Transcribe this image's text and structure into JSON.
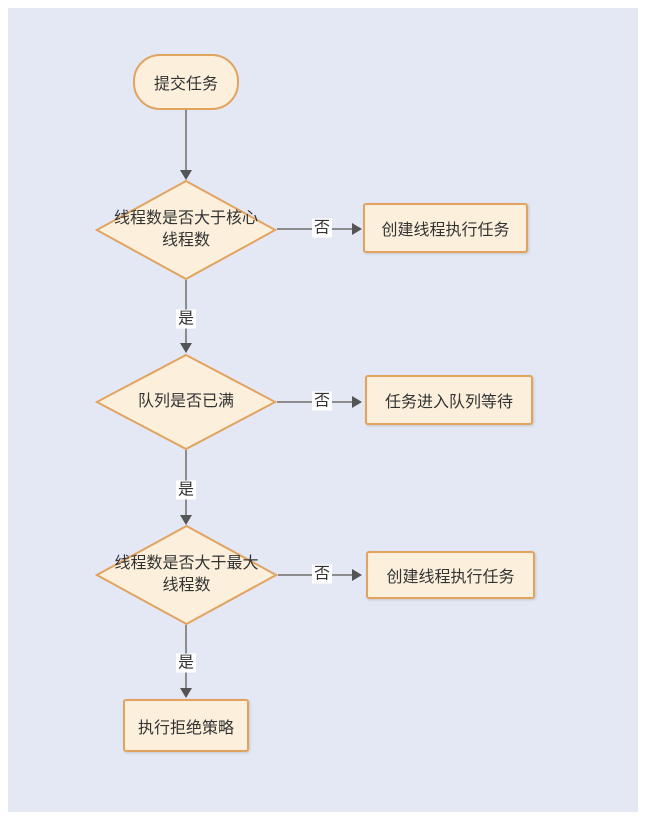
{
  "colors": {
    "page_bg": "#ffffff",
    "canvas_bg": "#e3e8f4",
    "node_fill": "#fcf0dc",
    "node_border": "#e2a360",
    "arrow_line": "#8c8c8c",
    "arrow_head": "#555555",
    "text_color": "#333333",
    "label_bg": "#ffffff"
  },
  "flowchart": {
    "nodes": {
      "start": {
        "label": "提交任务"
      },
      "decision_core": {
        "line1": "线程数是否大于核心",
        "line2": "线程数"
      },
      "process_create_1": {
        "label": "创建线程执行任务"
      },
      "decision_queue": {
        "line1": "队列是否已满"
      },
      "process_enqueue": {
        "label": "任务进入队列等待"
      },
      "decision_max": {
        "line1": "线程数是否大于最大",
        "line2": "线程数"
      },
      "process_create_2": {
        "label": "创建线程执行任务"
      },
      "process_reject": {
        "label": "执行拒绝策略"
      }
    },
    "edge_labels": {
      "yes": "是",
      "no": "否"
    }
  }
}
